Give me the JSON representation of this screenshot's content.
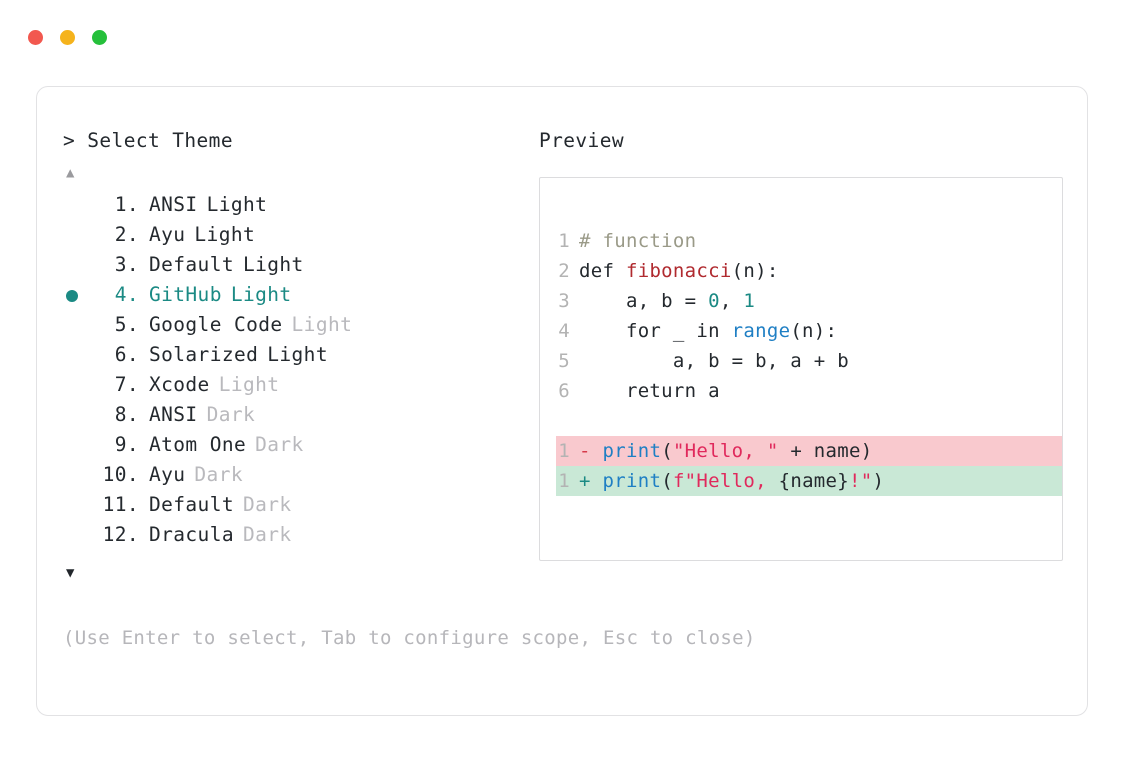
{
  "window": {
    "traffic_lights": [
      {
        "name": "close",
        "color": "#f2584f"
      },
      {
        "name": "minimize",
        "color": "#f5b31c"
      },
      {
        "name": "maximize",
        "color": "#25c03b"
      }
    ]
  },
  "accent_color": "#1b8a84",
  "left_panel": {
    "header": "> Select Theme",
    "scroll_up_glyph": "▲",
    "scroll_down_glyph": "▼",
    "selected_index": 4,
    "bullet_glyph": "●",
    "items": [
      {
        "num": "1.",
        "name": "ANSI",
        "variant": "Light",
        "variant_muted": false,
        "selected": false
      },
      {
        "num": "2.",
        "name": "Ayu",
        "variant": "Light",
        "variant_muted": false,
        "selected": false
      },
      {
        "num": "3.",
        "name": "Default",
        "variant": "Light",
        "variant_muted": false,
        "selected": false
      },
      {
        "num": "4.",
        "name": "GitHub",
        "variant": "Light",
        "variant_muted": false,
        "selected": true
      },
      {
        "num": "5.",
        "name": "Google Code",
        "variant": "Light",
        "variant_muted": true,
        "selected": false
      },
      {
        "num": "6.",
        "name": "Solarized",
        "variant": "Light",
        "variant_muted": false,
        "selected": false
      },
      {
        "num": "7.",
        "name": "Xcode",
        "variant": "Light",
        "variant_muted": true,
        "selected": false
      },
      {
        "num": "8.",
        "name": "ANSI",
        "variant": "Dark",
        "variant_muted": true,
        "selected": false
      },
      {
        "num": "9.",
        "name": "Atom One",
        "variant": "Dark",
        "variant_muted": true,
        "selected": false
      },
      {
        "num": "10.",
        "name": "Ayu",
        "variant": "Dark",
        "variant_muted": true,
        "selected": false
      },
      {
        "num": "11.",
        "name": "Default",
        "variant": "Dark",
        "variant_muted": true,
        "selected": false
      },
      {
        "num": "12.",
        "name": "Dracula",
        "variant": "Dark",
        "variant_muted": true,
        "selected": false
      }
    ]
  },
  "footer": {
    "hint": "(Use Enter to select, Tab to configure scope, Esc to close)"
  },
  "right_panel": {
    "label": "Preview",
    "code_lines": [
      {
        "n": "1",
        "tokens": [
          {
            "t": "# function",
            "c": "tok-comment"
          }
        ]
      },
      {
        "n": "2",
        "tokens": [
          {
            "t": "def ",
            "c": "tok-kw"
          },
          {
            "t": "fibonacci",
            "c": "tok-fn"
          },
          {
            "t": "(n):",
            "c": "tok-plain"
          }
        ]
      },
      {
        "n": "3",
        "tokens": [
          {
            "t": "    a, b = ",
            "c": "tok-plain"
          },
          {
            "t": "0",
            "c": "tok-num"
          },
          {
            "t": ", ",
            "c": "tok-plain"
          },
          {
            "t": "1",
            "c": "tok-num"
          }
        ]
      },
      {
        "n": "4",
        "tokens": [
          {
            "t": "    for _ in ",
            "c": "tok-plain"
          },
          {
            "t": "range",
            "c": "tok-builtin"
          },
          {
            "t": "(n):",
            "c": "tok-plain"
          }
        ]
      },
      {
        "n": "5",
        "tokens": [
          {
            "t": "        a, b = b, a + b",
            "c": "tok-plain"
          }
        ]
      },
      {
        "n": "6",
        "tokens": [
          {
            "t": "    return a",
            "c": "tok-plain"
          }
        ]
      }
    ],
    "diff_lines": [
      {
        "n": "1",
        "kind": "removed",
        "sign": "-",
        "bg": "#f9c9ce",
        "tokens": [
          {
            "t": "print",
            "c": "tok-builtin"
          },
          {
            "t": "(",
            "c": "tok-plain"
          },
          {
            "t": "\"Hello, \"",
            "c": "tok-str"
          },
          {
            "t": " + name)",
            "c": "tok-plain"
          }
        ]
      },
      {
        "n": "1",
        "kind": "added",
        "sign": "+",
        "bg": "#c9e8d6",
        "tokens": [
          {
            "t": "print",
            "c": "tok-builtin"
          },
          {
            "t": "(",
            "c": "tok-plain"
          },
          {
            "t": "f\"Hello, ",
            "c": "tok-str"
          },
          {
            "t": "{name}",
            "c": "tok-interp"
          },
          {
            "t": "!\"",
            "c": "tok-str"
          },
          {
            "t": ")",
            "c": "tok-plain"
          }
        ]
      }
    ]
  }
}
